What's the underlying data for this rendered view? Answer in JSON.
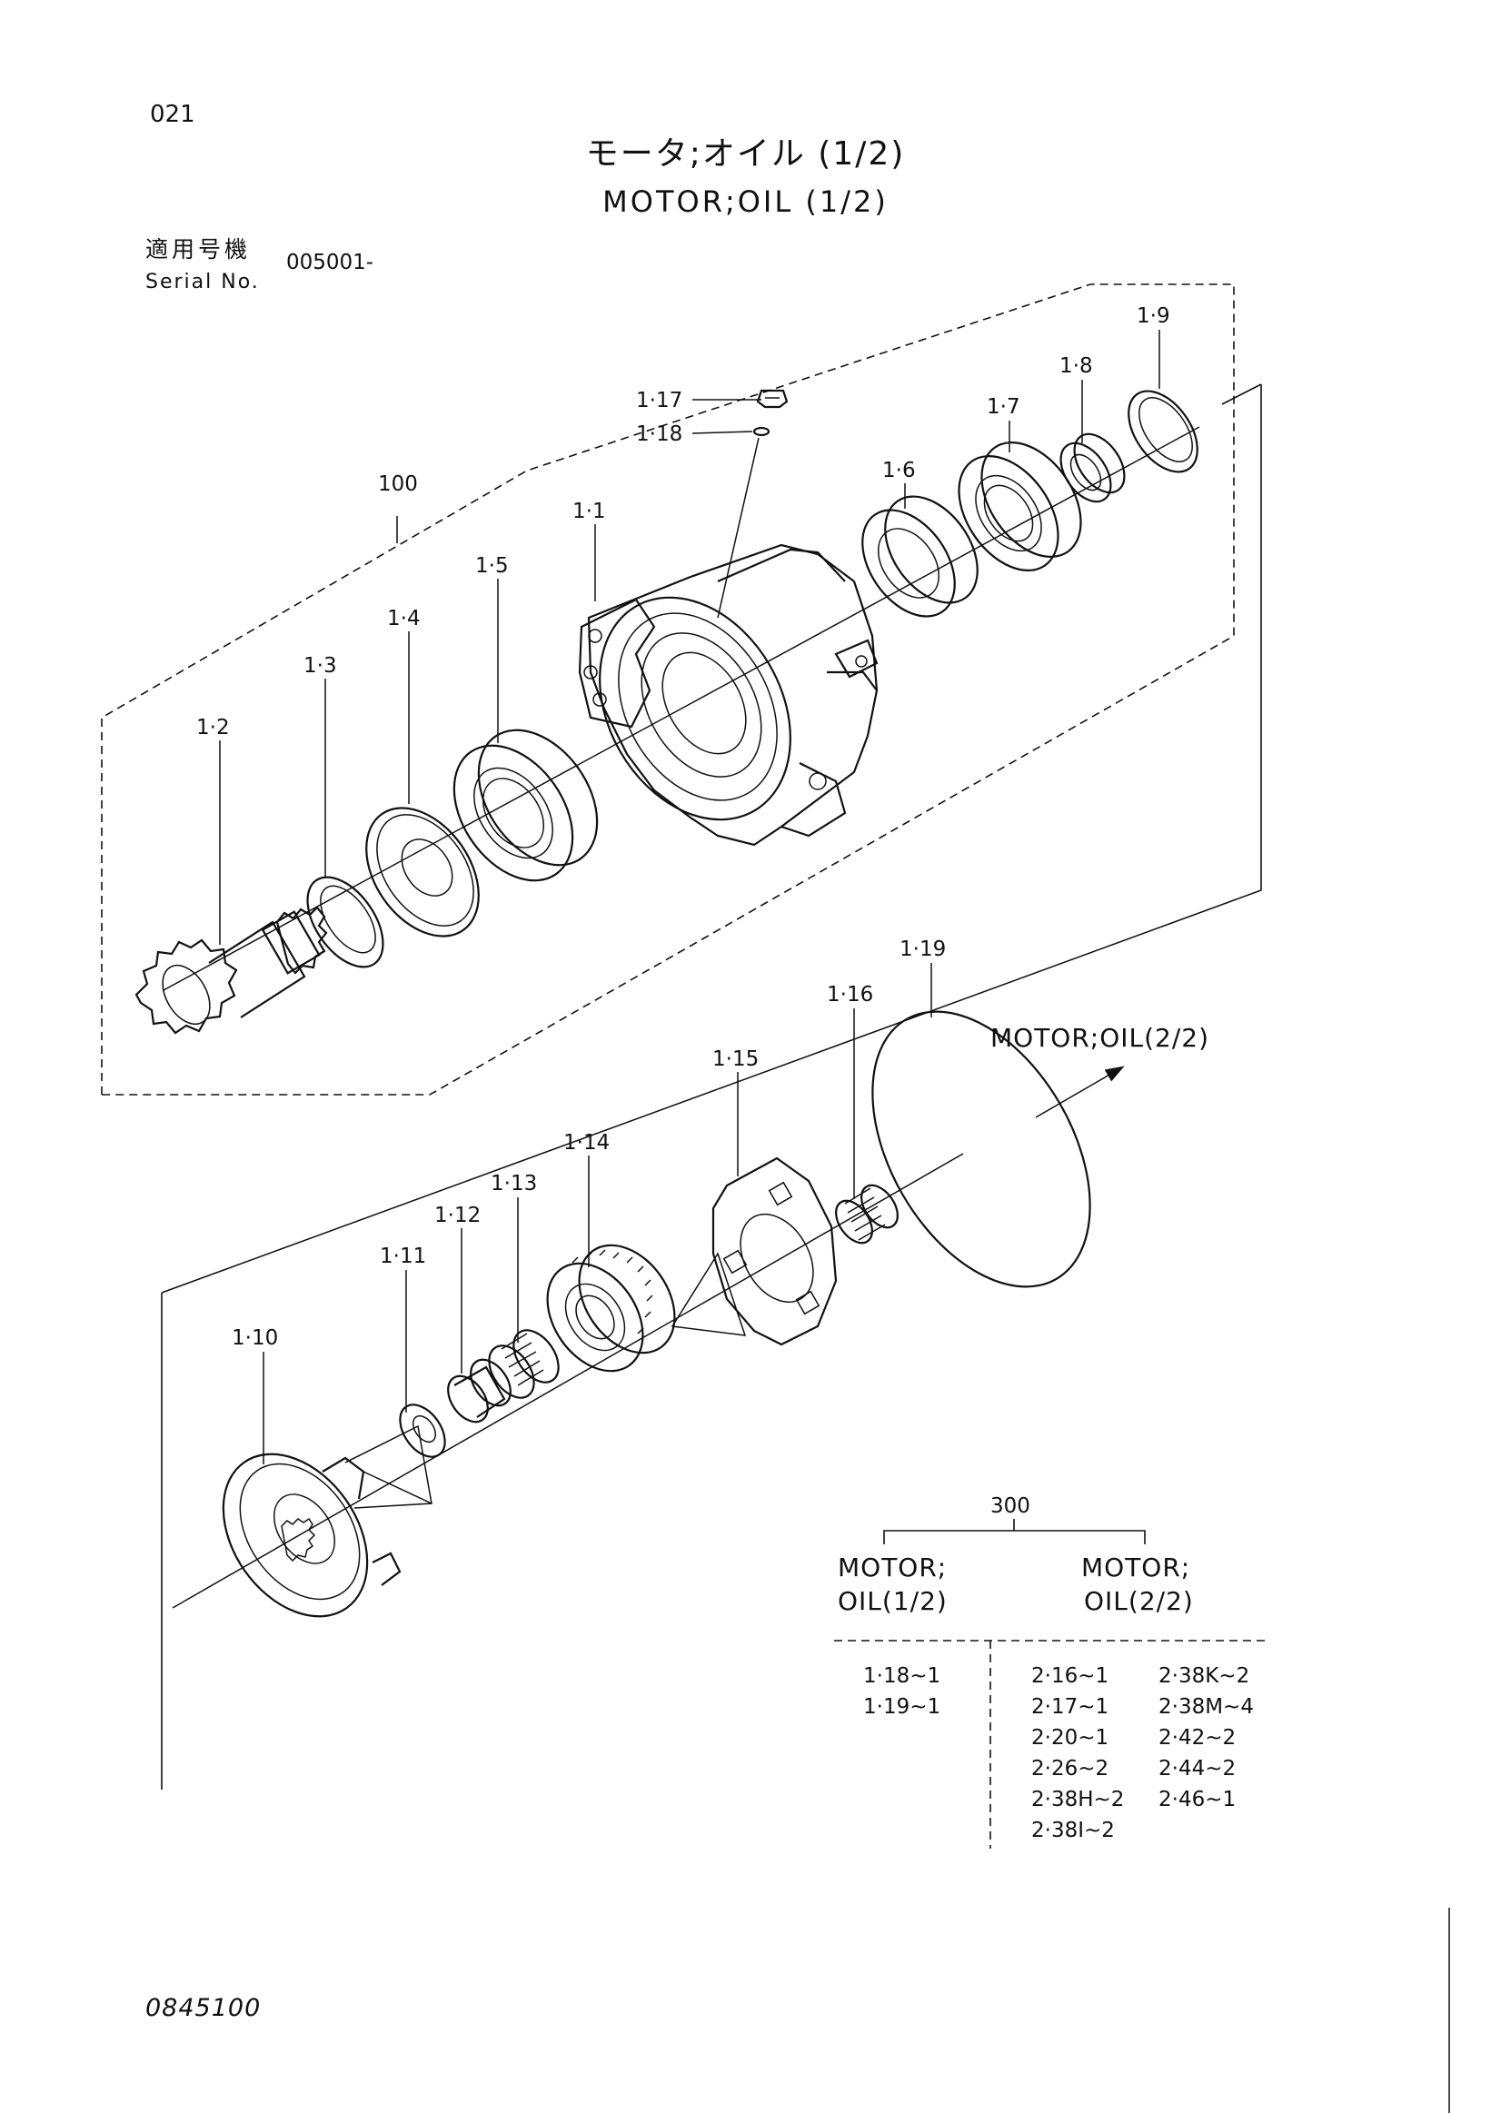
{
  "page_number": "021",
  "title_ja": "モータ;オイル (1/2)",
  "title_en": "MOTOR;OIL (1/2)",
  "serial": {
    "label_ja": "適用号機",
    "label_en": "Serial No.",
    "value": "005001-"
  },
  "document_number": "0845100",
  "assembly_labels": {
    "assy_100": "100",
    "assy_300": "300"
  },
  "continuation": "MOTOR;OIL(2/2)",
  "parts": [
    {
      "id": "1·1"
    },
    {
      "id": "1·2"
    },
    {
      "id": "1·3"
    },
    {
      "id": "1·4"
    },
    {
      "id": "1·5"
    },
    {
      "id": "1·6"
    },
    {
      "id": "1·7"
    },
    {
      "id": "1·8"
    },
    {
      "id": "1·9"
    },
    {
      "id": "1·10"
    },
    {
      "id": "1·11"
    },
    {
      "id": "1·12"
    },
    {
      "id": "1·13"
    },
    {
      "id": "1·14"
    },
    {
      "id": "1·15"
    },
    {
      "id": "1·16"
    },
    {
      "id": "1·17"
    },
    {
      "id": "1·18"
    },
    {
      "id": "1·19"
    }
  ],
  "kit_table": {
    "col1_header_line1": "MOTOR;",
    "col1_header_line2": "OIL(1/2)",
    "col2_header_line1": "MOTOR;",
    "col2_header_line2": "OIL(2/2)",
    "col1_items": [
      "1·18~1",
      "1·19~1"
    ],
    "col2_left_items": [
      "2·16~1",
      "2·17~1",
      "2·20~1",
      "2·26~2",
      "2·38H~2",
      "2·38I~2"
    ],
    "col2_right_items": [
      "2·38K~2",
      "2·38M~4",
      "2·42~2",
      "2·44~2",
      "2·46~1"
    ]
  },
  "colors": {
    "ink": "#111111",
    "paper": "#ffffff"
  }
}
